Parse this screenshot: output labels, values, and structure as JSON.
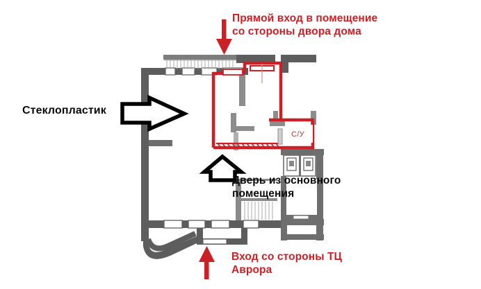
{
  "document": {
    "kind": "floor-plan-annotated",
    "background_color": "#ffffff"
  },
  "colors": {
    "annotation_red": "#cc2026",
    "annotation_black": "#0a0a0a",
    "highlight_red": "#cc2026",
    "wall_dark": "#5a5a5a",
    "wall_light": "#8e8e8e",
    "wc_label": "#b03a3a"
  },
  "annotations": {
    "top_entrance": {
      "text": "Прямой вход в помещение\nсо стороны двора дома",
      "color": "#cc2026",
      "arrow": "arrow-down-red"
    },
    "left_material": {
      "text": "Стеклопластик",
      "color": "#0a0a0a",
      "arrow": "arrow-right-outline"
    },
    "inner_door": {
      "text": "Дверь из основного\nпомещения",
      "color": "#0a0a0a",
      "arrow": "arrow-up-outline"
    },
    "bottom_entrance": {
      "text": "Вход со стороны ТЦ\nАврора",
      "color": "#cc2026",
      "arrow": "arrow-up-red"
    }
  },
  "plan": {
    "rooms": [
      {
        "id": "highlighted-unit",
        "label": "",
        "outline_color": "#cc2026"
      },
      {
        "id": "wc",
        "label": "С/У"
      }
    ],
    "fixtures": [
      {
        "id": "toilet-stall-1",
        "type": "toilet"
      },
      {
        "id": "toilet-stall-2",
        "type": "toilet"
      },
      {
        "id": "stairs-top",
        "type": "stairs"
      },
      {
        "id": "stairs-bottom",
        "type": "stairs"
      }
    ]
  }
}
